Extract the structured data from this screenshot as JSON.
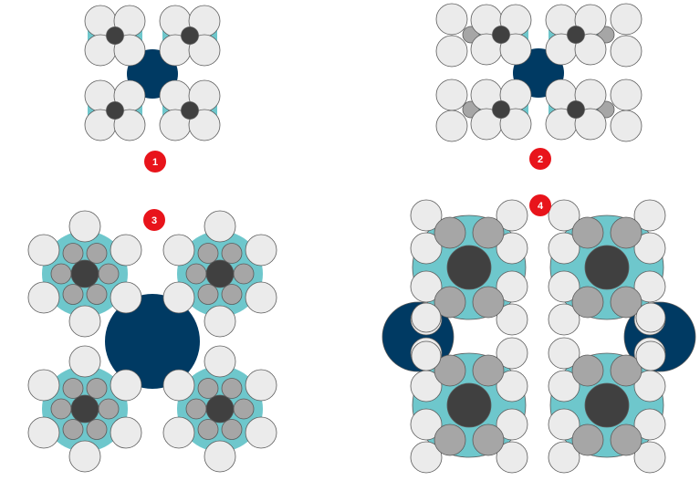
{
  "colors": {
    "outline": "#5a5a5a",
    "light_sphere": "#ebebeb",
    "mid_sphere": "#a6a6a6",
    "dark_sphere": "#404040",
    "cyan": "#6ec7cc",
    "navy": "#003a63",
    "badge": "#e8141b",
    "badge_text": "#ffffff"
  },
  "panels": [
    {
      "label": "1"
    },
    {
      "label": "2"
    },
    {
      "label": "3"
    },
    {
      "label": "4"
    }
  ]
}
